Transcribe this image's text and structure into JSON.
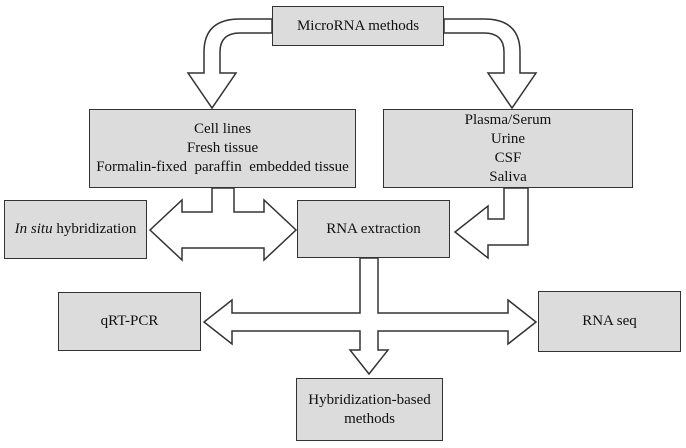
{
  "title_box": {
    "label": "MicroRNA methods"
  },
  "tissue_box": {
    "lines": [
      "Cell lines",
      "Fresh tissue",
      "Formalin-fixed  paraffin  embedded tissue"
    ]
  },
  "fluid_box": {
    "lines": [
      "Plasma/Serum",
      "Urine",
      "CSF",
      "Saliva"
    ]
  },
  "insitu_box": {
    "italic": "In situ",
    "rest": " hybridization"
  },
  "rna_extraction_box": {
    "label": "RNA extraction"
  },
  "qrtpcr_box": {
    "label": "qRT-PCR"
  },
  "rnaseq_box": {
    "label": "RNA seq"
  },
  "hybrid_box": {
    "lines": [
      "Hybridization-based",
      "methods"
    ]
  }
}
